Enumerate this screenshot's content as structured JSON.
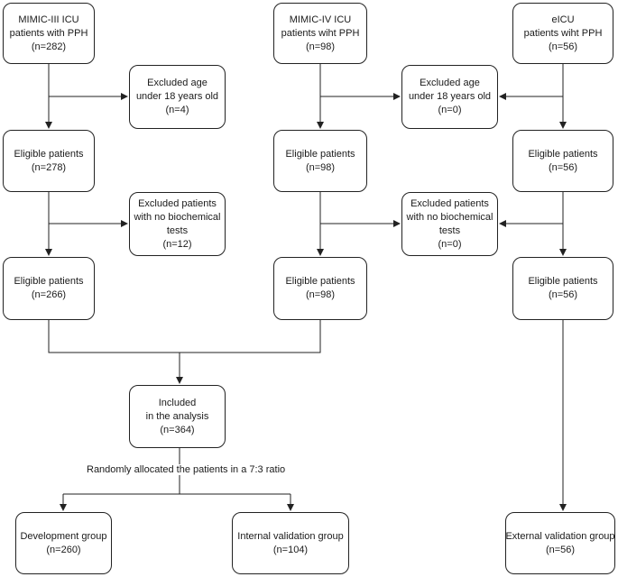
{
  "boxes": {
    "mimic3_start": [
      "MIMIC-III ICU",
      "patients with PPH",
      "(n=282)"
    ],
    "mimic4_start": [
      "MIMIC-IV ICU",
      "patients wiht PPH",
      "(n=98)"
    ],
    "eicu_start": [
      "eICU",
      "patients wiht PPH",
      "(n=56)"
    ],
    "mimic3_excl_age": [
      "Excluded age",
      "under 18 years old",
      "(n=4)"
    ],
    "mimic4_excl_age": [
      "Excluded age",
      "under 18 years old",
      "(n=0)"
    ],
    "mimic3_elig1": [
      "Eligible patients",
      "(n=278)"
    ],
    "mimic4_elig1": [
      "Eligible patients",
      "(n=98)"
    ],
    "eicu_elig1": [
      "Eligible patients",
      "(n=56)"
    ],
    "mimic3_excl_bio": [
      "Excluded patients",
      "with no biochemical",
      "tests",
      "(n=12)"
    ],
    "mimic4_excl_bio": [
      "Excluded patients",
      "with no biochemical",
      "tests",
      "(n=0)"
    ],
    "mimic3_elig2": [
      "Eligible patients",
      "(n=266)"
    ],
    "mimic4_elig2": [
      "Eligible patients",
      "(n=98)"
    ],
    "eicu_elig2": [
      "Eligible patients",
      "(n=56)"
    ],
    "included": [
      "Included",
      "in the analysis",
      "(n=364)"
    ],
    "development": [
      "Development group",
      "(n=260)"
    ],
    "internal_validation": [
      "Internal validation group",
      "(n=104)"
    ],
    "external_validation": [
      "External validation group",
      "(n=56)"
    ]
  },
  "split_note": "Randomly allocated the patients in a 7:3 ratio",
  "colors": {
    "line": "#222222",
    "box_border": "#222222",
    "background": "#ffffff"
  }
}
